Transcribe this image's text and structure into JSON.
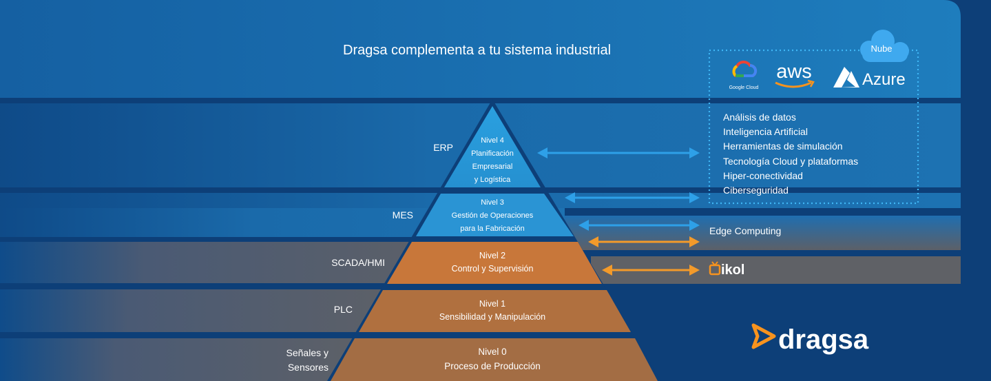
{
  "title": "Dragsa complementa a tu sistema industrial",
  "levels": [
    {
      "system": "ERP",
      "lines": [
        "Nivel 4",
        "Planificación",
        "Empresarial",
        "y Logística"
      ]
    },
    {
      "system": "MES",
      "lines": [
        "Nivel 3",
        "Gestión de Operaciones",
        "para la Fabricación"
      ]
    },
    {
      "system": "SCADA/HMI",
      "lines": [
        "Nivel 2",
        "Control y Supervisión"
      ]
    },
    {
      "system": "PLC",
      "lines": [
        "Nivel 1",
        "Sensibilidad y Manipulación"
      ]
    },
    {
      "system_lines": [
        "Señales y",
        "Sensores"
      ],
      "lines": [
        "Nivel 0",
        "Proceso de Producción"
      ]
    }
  ],
  "cloud": {
    "label": "Nube",
    "providers": [
      "Google Cloud",
      "aws",
      "Azure"
    ],
    "capabilities": [
      "Análisis de datos",
      "Inteligencia Artificial",
      "Herramientas de simulación",
      "Tecnología Cloud y plataformas",
      "Hiper-conectividad",
      "Ciberseguridad"
    ]
  },
  "edge": "Edge Computing",
  "ikol": "ikol",
  "brand": "dragsa",
  "colors": {
    "background": "#0d3f78",
    "band_blue": "#1b6fad",
    "band_grey": "#5c5f66",
    "pyramid_blue": "#2a97d6",
    "pyramid_orange": "#c8773a",
    "pyramid_brown": "#a36d44",
    "arrow_blue": "#2ea0e8",
    "arrow_orange": "#f39a2a",
    "brand_orange": "#f7931e"
  }
}
